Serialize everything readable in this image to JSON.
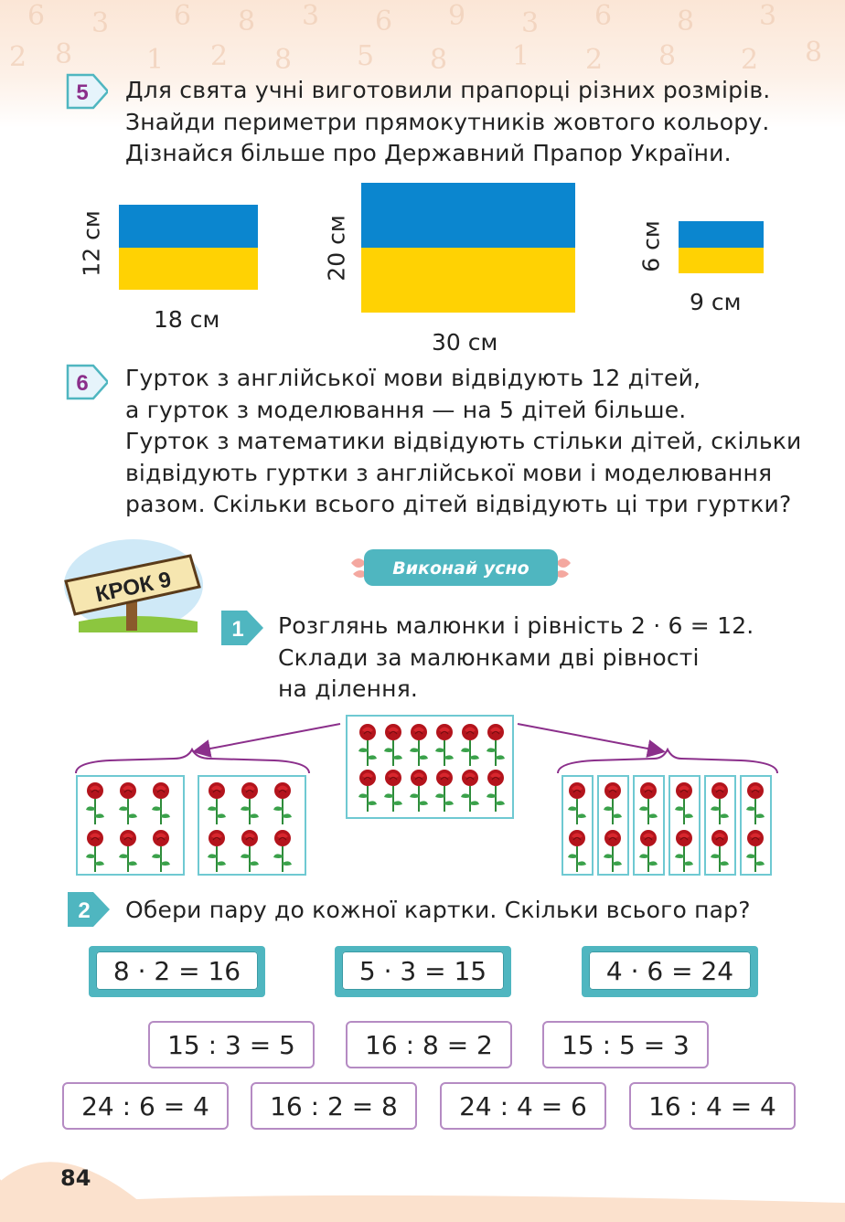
{
  "task5": {
    "number": "5",
    "lines": [
      "Для свята учні виготовили прапорці різних розмірів.",
      "Знайди периметри прямокутників жовтого кольору.",
      "Дізнайся більше про Державний Прапор України."
    ],
    "flags": [
      {
        "height_label": "12 см",
        "width_label": "18 см"
      },
      {
        "height_label": "20 см",
        "width_label": "30 см"
      },
      {
        "height_label": "6 см",
        "width_label": "9 см"
      }
    ]
  },
  "task6": {
    "number": "6",
    "lines": [
      "Гурток з англійської мови відвідують 12 дітей,",
      "а гурток з моделювання — на 5 дітей більше.",
      "Гурток з математики відвідують стільки дітей, скільки",
      "відвідують гуртки з англійської мови і моделювання",
      "разом. Скільки всього дітей відвідують ці три гуртки?"
    ]
  },
  "step": {
    "sign_text": "КРОК 9",
    "oral_label": "Виконай усно"
  },
  "ex1": {
    "number": "1",
    "lines": [
      "Розглянь малюнки і рівність 2 · 6 = 12.",
      "Склади за малюнками дві рівності",
      "на ділення."
    ]
  },
  "ex2": {
    "number": "2",
    "text": "Обери пару до кожної картки. Скільки всього пар?",
    "cards": [
      "8 · 2 = 16",
      "5 · 3 = 15",
      "4 · 6 = 24"
    ],
    "row1": [
      "15 : 3 = 5",
      "16 : 8 = 2",
      "15 : 5 = 3"
    ],
    "row2": [
      "24 : 6 = 4",
      "16 : 2 = 8",
      "24 : 4 = 6",
      "16 : 4 = 4"
    ]
  },
  "page_number": "84",
  "colors": {
    "flag_blue": "#0b86cf",
    "flag_yellow": "#ffd203",
    "teal": "#4fb6c0",
    "purple": "#b58bc3",
    "task_number": "#8b2f8b"
  }
}
